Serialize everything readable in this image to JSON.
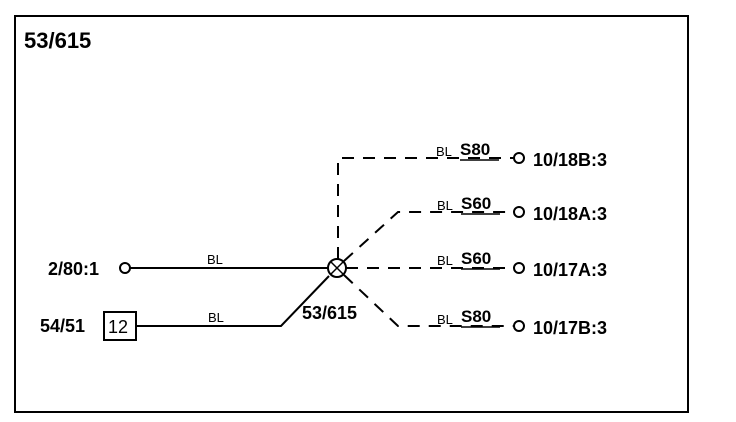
{
  "diagram": {
    "title": "53/615",
    "splice": {
      "label": "53/615"
    },
    "left_connections": [
      {
        "id": "2/80:1",
        "wire_color": "BL"
      },
      {
        "id": "54/51",
        "box_number": "12",
        "wire_color": "BL"
      }
    ],
    "right_connections": [
      {
        "id": "10/18B:3",
        "wire_color": "BL",
        "variant": "S80"
      },
      {
        "id": "10/18A:3",
        "wire_color": "BL",
        "variant": "S60"
      },
      {
        "id": "10/17A:3",
        "wire_color": "BL",
        "variant": "S60"
      },
      {
        "id": "10/17B:3",
        "wire_color": "BL",
        "variant": "S80"
      }
    ]
  }
}
